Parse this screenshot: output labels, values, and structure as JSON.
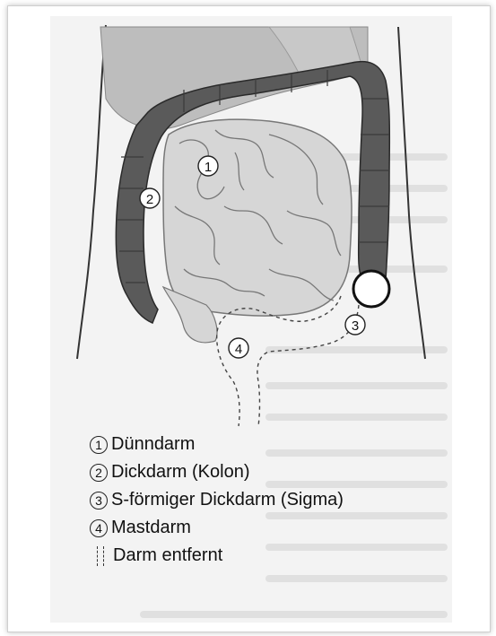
{
  "diagram": {
    "markers": [
      {
        "id": "1",
        "label": "1"
      },
      {
        "id": "2",
        "label": "2"
      },
      {
        "id": "3",
        "label": "3"
      },
      {
        "id": "4",
        "label": "4"
      }
    ]
  },
  "legend": {
    "items": [
      {
        "number": "1",
        "text": "Dünndarm"
      },
      {
        "number": "2",
        "text": "Dickdarm (Kolon)"
      },
      {
        "number": "3",
        "text": "S-förmiger Dickdarm (Sigma)"
      },
      {
        "number": "4",
        "text": "Mastdarm"
      }
    ],
    "removed_text": "Darm entfernt"
  },
  "colors": {
    "colon": "#5a5a5a",
    "small_intestine": "#d6d6d6",
    "stomach": "#bdbdbd",
    "stoma": "#ffffff"
  }
}
